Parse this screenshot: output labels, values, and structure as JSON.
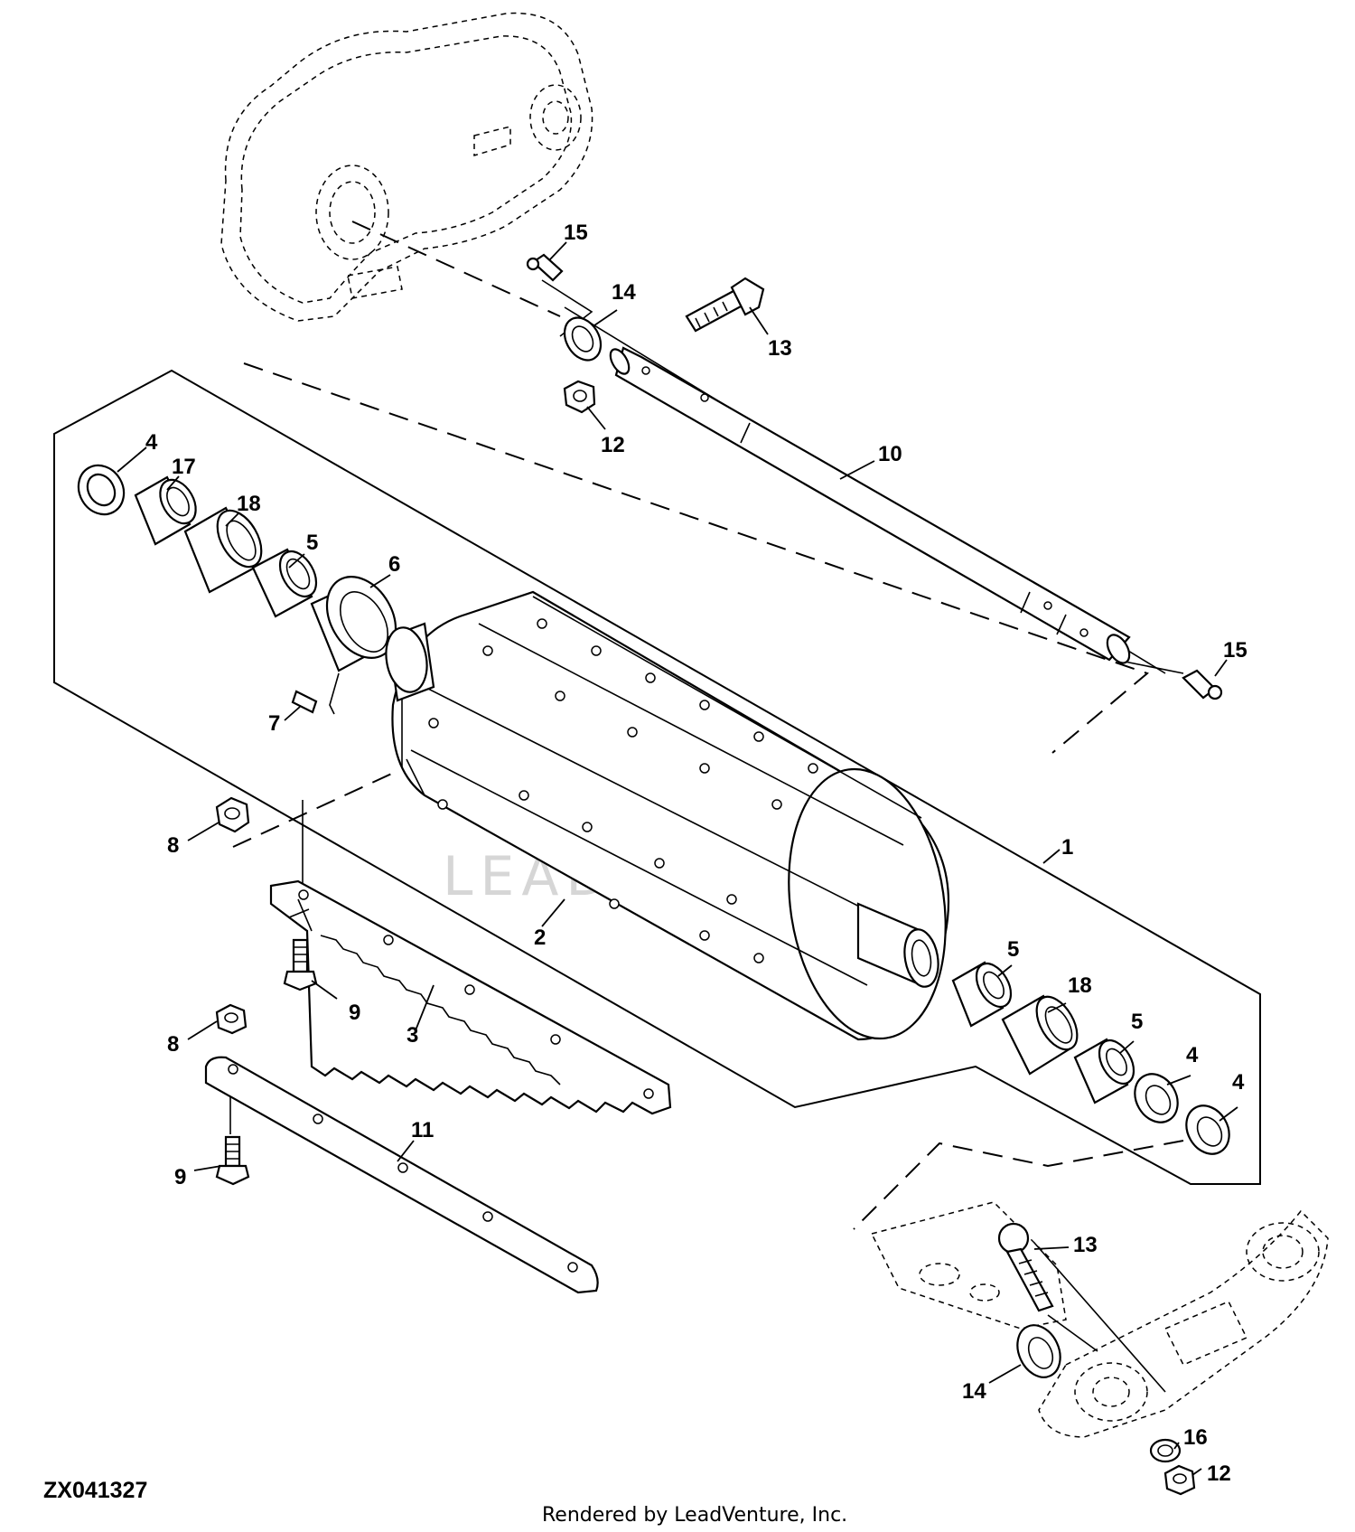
{
  "figure_code": "ZX041327",
  "credit": "Rendered by LeadVenture, Inc.",
  "watermark": "LEADVENTURE",
  "callouts": {
    "c1": "1",
    "c2": "2",
    "c3": "3",
    "c4a": "4",
    "c4b": "4",
    "c4c": "4",
    "c5a": "5",
    "c5b": "5",
    "c5c": "5",
    "c6": "6",
    "c7": "7",
    "c8a": "8",
    "c8b": "8",
    "c9a": "9",
    "c9b": "9",
    "c10": "10",
    "c11": "11",
    "c12a": "12",
    "c12b": "12",
    "c13a": "13",
    "c13b": "13",
    "c14a": "14",
    "c14b": "14",
    "c15a": "15",
    "c15b": "15",
    "c16": "16",
    "c17": "17",
    "c18a": "18",
    "c18b": "18"
  }
}
